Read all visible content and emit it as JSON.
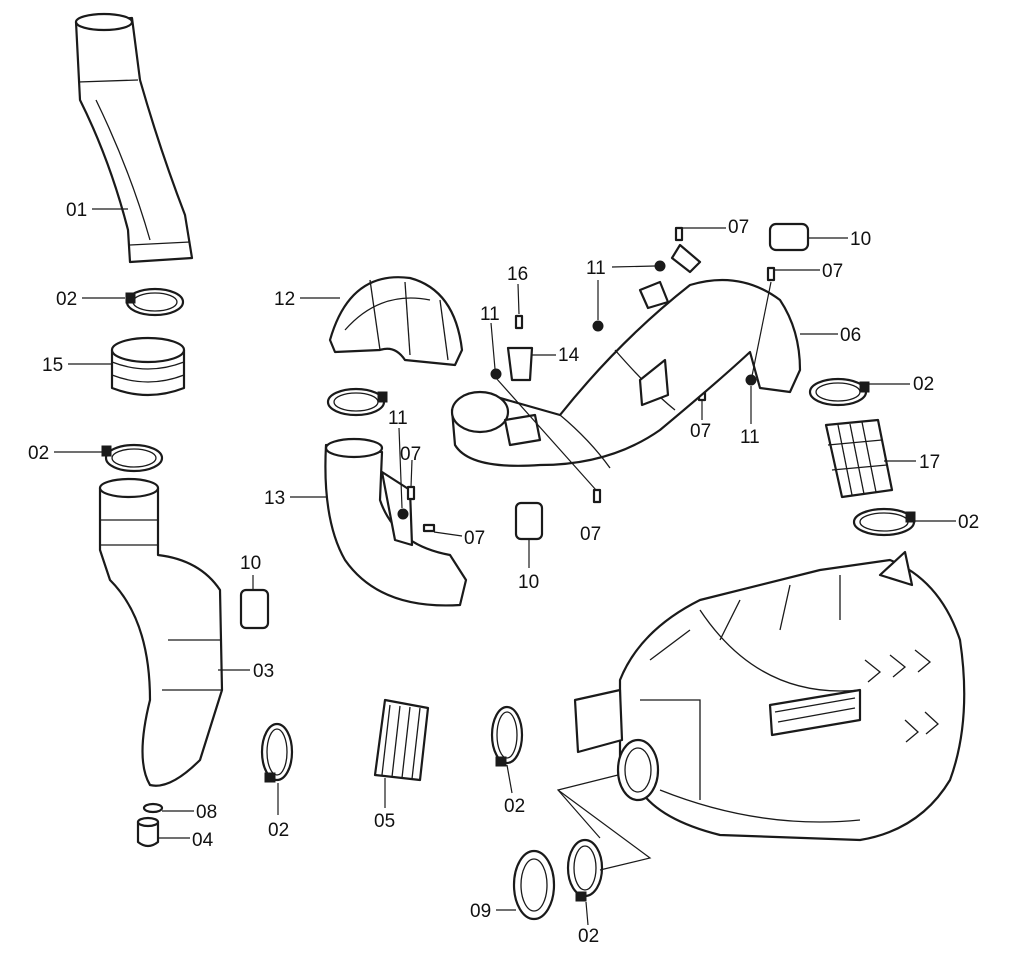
{
  "labels": {
    "l01": "01",
    "l02a": "02",
    "l15": "15",
    "l02b": "02",
    "l03": "03",
    "l08": "08",
    "l04": "04",
    "l10a": "10",
    "l02c": "02",
    "l05": "05",
    "l12": "12",
    "l13": "13",
    "l11a": "11",
    "l07a": "07",
    "l07b": "07",
    "l16": "16",
    "l14": "14",
    "l11b": "11",
    "l11c": "11",
    "l07c": "07",
    "l07d": "07",
    "l10b": "10",
    "l02d": "02",
    "l07e": "07",
    "l07f": "07",
    "l10c": "10",
    "l06": "06",
    "l11d": "11",
    "l02e": "02",
    "l17": "17",
    "l02f": "02",
    "l09": "09",
    "l02g": "02"
  },
  "colors": {
    "line": "#1a1a1a",
    "background": "#ffffff"
  }
}
